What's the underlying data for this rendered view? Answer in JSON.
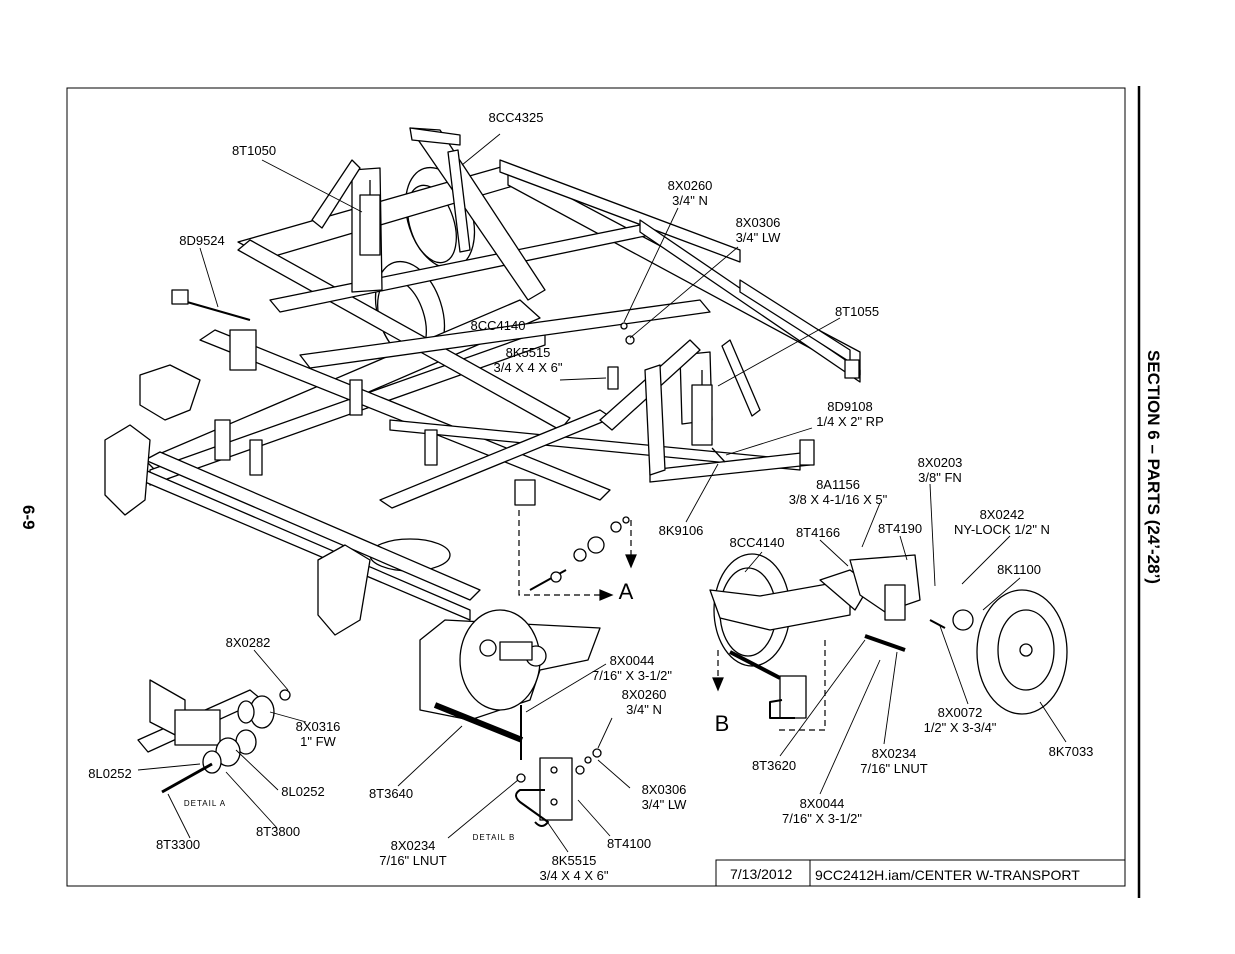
{
  "page_number": "6-9",
  "section_title": "SECTION 6 – PARTS (24’-28’)",
  "title_block": {
    "date": "7/13/2012",
    "file": "9CC2412H.iam/CENTER W-TRANSPORT"
  },
  "detail_markers": {
    "a": "A",
    "b": "B"
  },
  "detail_captions": {
    "a": "DETAIL A",
    "b": "DETAIL B"
  },
  "callouts": [
    {
      "id": "p8CC4325_top",
      "lines": [
        "8CC4325"
      ]
    },
    {
      "id": "p8T1050",
      "lines": [
        "8T1050"
      ]
    },
    {
      "id": "p8X0260_top",
      "lines": [
        "8X0260",
        "3/4\" N"
      ]
    },
    {
      "id": "p8X0306_top",
      "lines": [
        "8X0306",
        "3/4\" LW"
      ]
    },
    {
      "id": "p8D9524",
      "lines": [
        "8D9524"
      ]
    },
    {
      "id": "p8T1055",
      "lines": [
        "8T1055"
      ]
    },
    {
      "id": "p8CC4140_mid",
      "lines": [
        "8CC4140"
      ]
    },
    {
      "id": "p8K5515_top",
      "lines": [
        "8K5515",
        "3/4 X 4 X 6\""
      ]
    },
    {
      "id": "p8D9108",
      "lines": [
        "8D9108",
        "1/4 X 2\" RP"
      ]
    },
    {
      "id": "p8X0203",
      "lines": [
        "8X0203",
        "3/8\" FN"
      ]
    },
    {
      "id": "p8A1156",
      "lines": [
        "8A1156",
        "3/8 X 4-1/16 X 5\""
      ]
    },
    {
      "id": "p8X0242",
      "lines": [
        "8X0242",
        "NY-LOCK 1/2\" N"
      ]
    },
    {
      "id": "p8K9106",
      "lines": [
        "8K9106"
      ]
    },
    {
      "id": "p8T4166",
      "lines": [
        "8T4166"
      ]
    },
    {
      "id": "p8T4190",
      "lines": [
        "8T4190"
      ]
    },
    {
      "id": "p8CC4140_b",
      "lines": [
        "8CC4140"
      ]
    },
    {
      "id": "p8K1100",
      "lines": [
        "8K1100"
      ]
    },
    {
      "id": "p8X0282",
      "lines": [
        "8X0282"
      ]
    },
    {
      "id": "p8X0316",
      "lines": [
        "8X0316",
        "1\" FW"
      ]
    },
    {
      "id": "p8L0252_l",
      "lines": [
        "8L0252"
      ]
    },
    {
      "id": "p8L0252_r",
      "lines": [
        "8L0252"
      ]
    },
    {
      "id": "p8T3300",
      "lines": [
        "8T3300"
      ]
    },
    {
      "id": "p8T3800",
      "lines": [
        "8T3800"
      ]
    },
    {
      "id": "p8X0044_mid",
      "lines": [
        "8X0044",
        "7/16\" X 3-1/2\""
      ]
    },
    {
      "id": "p8X0260_mid",
      "lines": [
        "8X0260",
        "3/4\" N"
      ]
    },
    {
      "id": "p8T3640",
      "lines": [
        "8T3640"
      ]
    },
    {
      "id": "p8X0306_mid",
      "lines": [
        "8X0306",
        "3/4\" LW"
      ]
    },
    {
      "id": "p8X0234_mid",
      "lines": [
        "8X0234",
        "7/16\" LNUT"
      ]
    },
    {
      "id": "p8T4100",
      "lines": [
        "8T4100"
      ]
    },
    {
      "id": "p8K5515_bot",
      "lines": [
        "8K5515",
        "3/4 X 4 X 6\""
      ]
    },
    {
      "id": "p8X0072",
      "lines": [
        "8X0072",
        "1/2\" X 3-3/4\""
      ]
    },
    {
      "id": "p8T3620",
      "lines": [
        "8T3620"
      ]
    },
    {
      "id": "p8X0234_b",
      "lines": [
        "8X0234",
        "7/16\" LNUT"
      ]
    },
    {
      "id": "p8X0044_b",
      "lines": [
        "8X0044",
        "7/16\" X 3-1/2\""
      ]
    },
    {
      "id": "p8K7033",
      "lines": [
        "8K7033"
      ]
    }
  ]
}
